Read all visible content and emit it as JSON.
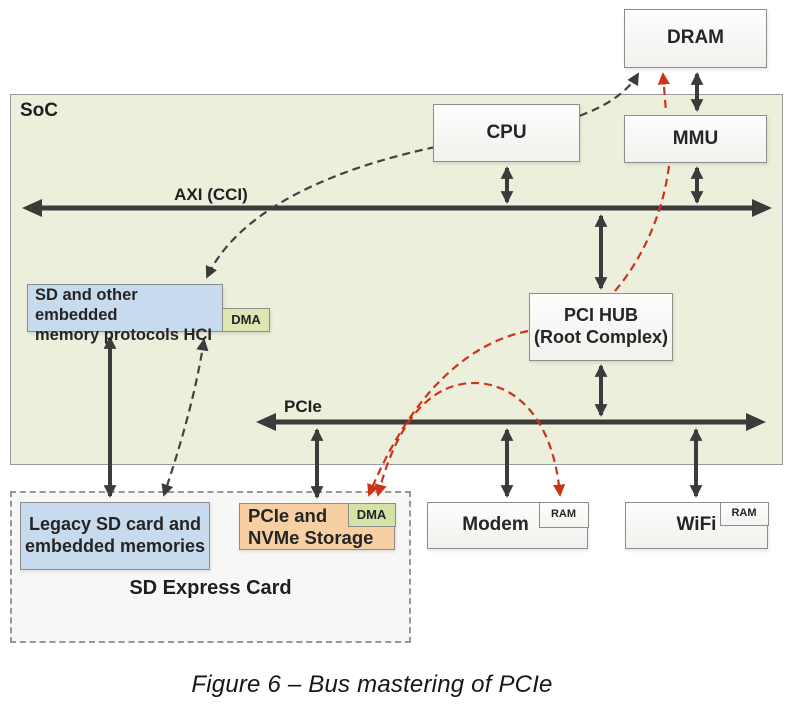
{
  "figure": {
    "caption": "Figure 6 – Bus mastering of PCIe"
  },
  "soc": {
    "label": "SoC"
  },
  "buses": {
    "axi": {
      "label": "AXI (CCI)"
    },
    "pcie": {
      "label": "PCIe"
    }
  },
  "blocks": {
    "dram": {
      "label": "DRAM"
    },
    "cpu": {
      "label": "CPU"
    },
    "mmu": {
      "label": "MMU"
    },
    "pci_hub": {
      "line1": "PCI HUB",
      "line2": "(Root Complex)"
    },
    "sd_hci": {
      "line1": "SD and other embedded",
      "line2": "memory protocols HCI",
      "dma": "DMA"
    },
    "legacy_sd": {
      "line1": "Legacy SD card and",
      "line2": "embedded memories"
    },
    "nvme": {
      "line1": "PCIe and",
      "line2": "NVMe Storage",
      "dma": "DMA"
    },
    "modem": {
      "label": "Modem",
      "ram": "RAM"
    },
    "wifi": {
      "label": "WiFi",
      "ram": "RAM"
    },
    "sd_express": {
      "label": "SD Express Card"
    }
  },
  "colors": {
    "soc_fill": "#edefdd",
    "block_blue": "#c8daee",
    "block_orange": "#f8cfa2",
    "dma_green": "#d4e2a8",
    "wire_black": "#3b3b3b",
    "wire_red": "#cc3318"
  }
}
